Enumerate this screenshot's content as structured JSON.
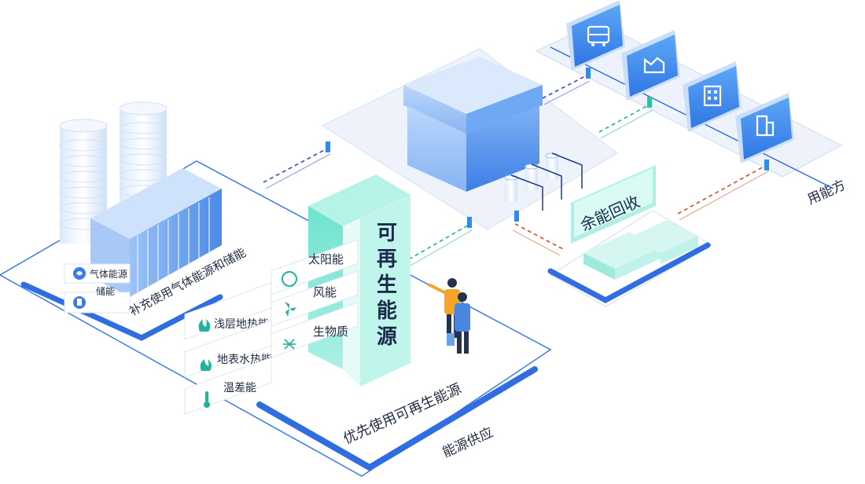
{
  "colors": {
    "accent_blue": "#2f6de0",
    "teal": "#5fe0c8",
    "flow_blue": "#2a4bd8",
    "flow_teal": "#1fb39a",
    "flow_orange": "#d0501e",
    "dark_text": "#1f2a44"
  },
  "renewable": {
    "pillar_label": "可再生能源",
    "sources_right": [
      {
        "label": "太阳能",
        "icon": "sun-icon"
      },
      {
        "label": "风能",
        "icon": "wind-fan-icon"
      },
      {
        "label": "生物质",
        "icon": "biomass-icon"
      }
    ],
    "sources_left": [
      {
        "label": "浅层地热能",
        "icon": "geothermal-icon"
      },
      {
        "label": "地表水热能",
        "icon": "water-heat-icon"
      },
      {
        "label": "温差能",
        "icon": "thermometer-icon"
      }
    ],
    "base_caption": "优先使用可再生能源"
  },
  "supplementary": {
    "items": [
      {
        "label": "气体能源",
        "icon": "gas-icon"
      },
      {
        "label": "储能",
        "icon": "storage-icon"
      }
    ],
    "base_caption": "补充使用气体能源和储能"
  },
  "recovery": {
    "label": "余能回收"
  },
  "consumers": {
    "icons": [
      "bus-icon",
      "factory-icon",
      "apartment-icon",
      "office-building-icon"
    ]
  },
  "region_labels": {
    "supply": "能源供应",
    "demand": "用能方"
  }
}
